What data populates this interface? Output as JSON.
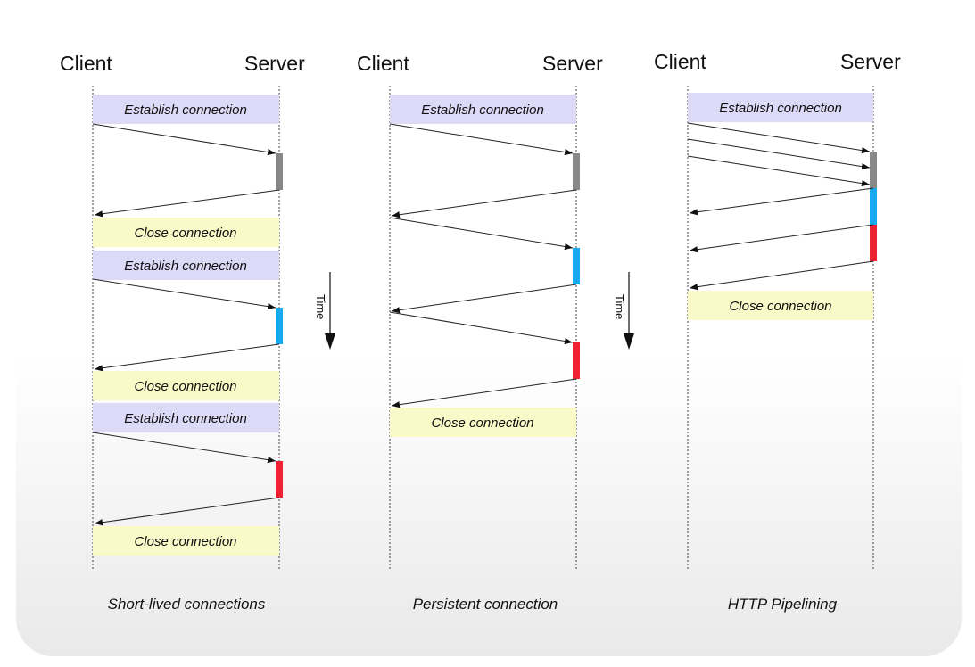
{
  "colors": {
    "grey": "#888888",
    "blue": "#18a9f0",
    "red": "#ee2233"
  },
  "time_label": "Time",
  "panels": [
    {
      "client_label": "Client",
      "server_label": "Server",
      "caption": "Short-lived connections",
      "events": [
        {
          "kind": "establish",
          "label": "Establish connection"
        },
        {
          "kind": "request",
          "processing": "grey"
        },
        {
          "kind": "close",
          "label": "Close connection"
        },
        {
          "kind": "establish",
          "label": "Establish connection"
        },
        {
          "kind": "request",
          "processing": "blue"
        },
        {
          "kind": "close",
          "label": "Close connection"
        },
        {
          "kind": "establish",
          "label": "Establish connection"
        },
        {
          "kind": "request",
          "processing": "red"
        },
        {
          "kind": "close",
          "label": "Close connection"
        }
      ]
    },
    {
      "client_label": "Client",
      "server_label": "Server",
      "caption": "Persistent connection",
      "events": [
        {
          "kind": "establish",
          "label": "Establish connection"
        },
        {
          "kind": "request",
          "processing": "grey"
        },
        {
          "kind": "request",
          "processing": "blue"
        },
        {
          "kind": "request",
          "processing": "red"
        },
        {
          "kind": "close",
          "label": "Close connection"
        }
      ]
    },
    {
      "client_label": "Client",
      "server_label": "Server",
      "caption": "HTTP Pipelining",
      "events": [
        {
          "kind": "establish",
          "label": "Establish connection"
        },
        {
          "kind": "pipelined-requests",
          "count": 3,
          "processing": [
            "grey",
            "blue",
            "red"
          ]
        },
        {
          "kind": "close",
          "label": "Close connection"
        }
      ]
    }
  ]
}
